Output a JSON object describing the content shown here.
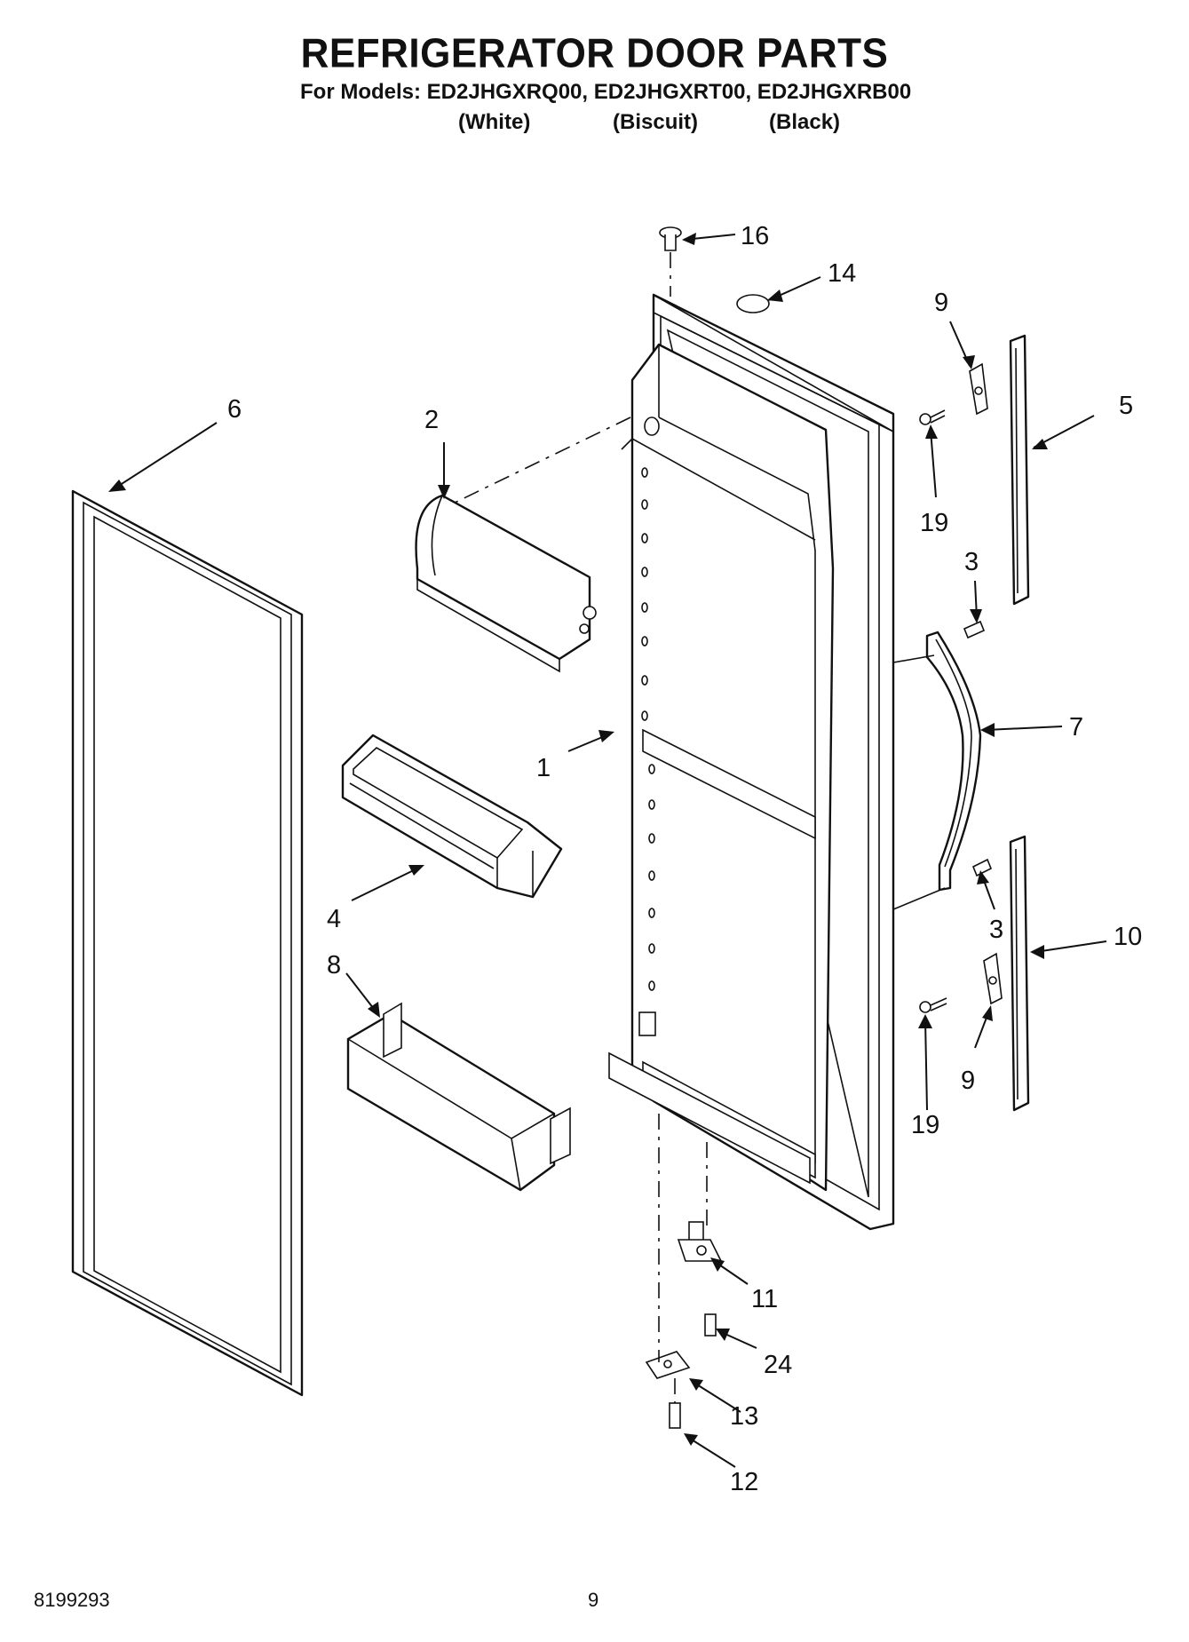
{
  "header": {
    "title": "REFRIGERATOR DOOR PARTS",
    "models_line": "For Models: ED2JHGXRQ00, ED2JHGXRT00, ED2JHGXRB00",
    "variants": [
      "(White)",
      "(Biscuit)",
      "(Black)"
    ]
  },
  "callouts": [
    {
      "id": "c16",
      "text": "16"
    },
    {
      "id": "c14",
      "text": "14"
    },
    {
      "id": "c9a",
      "text": "9"
    },
    {
      "id": "c5",
      "text": "5"
    },
    {
      "id": "c6",
      "text": "6"
    },
    {
      "id": "c2",
      "text": "2"
    },
    {
      "id": "c19a",
      "text": "19"
    },
    {
      "id": "c3a",
      "text": "3"
    },
    {
      "id": "c7",
      "text": "7"
    },
    {
      "id": "c1",
      "text": "1"
    },
    {
      "id": "c4",
      "text": "4"
    },
    {
      "id": "c3b",
      "text": "3"
    },
    {
      "id": "c10",
      "text": "10"
    },
    {
      "id": "c8",
      "text": "8"
    },
    {
      "id": "c9b",
      "text": "9"
    },
    {
      "id": "c19b",
      "text": "19"
    },
    {
      "id": "c11",
      "text": "11"
    },
    {
      "id": "c24",
      "text": "24"
    },
    {
      "id": "c13",
      "text": "13"
    },
    {
      "id": "c12",
      "text": "12"
    }
  ],
  "footer": {
    "doc_number": "8199293",
    "page_number": "9"
  }
}
